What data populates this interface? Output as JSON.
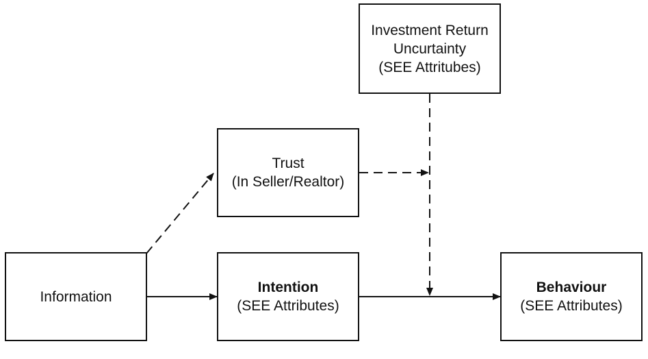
{
  "nodes": {
    "investment": {
      "lines": [
        "Investment Return",
        "Uncurtainty",
        "(SEE Attritubes)"
      ]
    },
    "trust": {
      "lines": [
        "Trust",
        "(In Seller/Realtor)"
      ]
    },
    "information": {
      "lines": [
        "Information"
      ]
    },
    "intention": {
      "title": "Intention",
      "subtitle": "(SEE Attributes)"
    },
    "behaviour": {
      "title": "Behaviour",
      "subtitle": "(SEE Attributes)"
    }
  },
  "edges": [
    {
      "from": "information",
      "to": "trust",
      "style": "dashed"
    },
    {
      "from": "information",
      "to": "intention",
      "style": "solid"
    },
    {
      "from": "intention",
      "to": "behaviour",
      "style": "solid"
    },
    {
      "from": "trust",
      "to": "investment-moderation-line",
      "style": "dashed"
    },
    {
      "from": "investment",
      "to": "intention-behaviour-link",
      "style": "dashed"
    }
  ],
  "colors": {
    "stroke": "#111111",
    "background": "#ffffff"
  }
}
